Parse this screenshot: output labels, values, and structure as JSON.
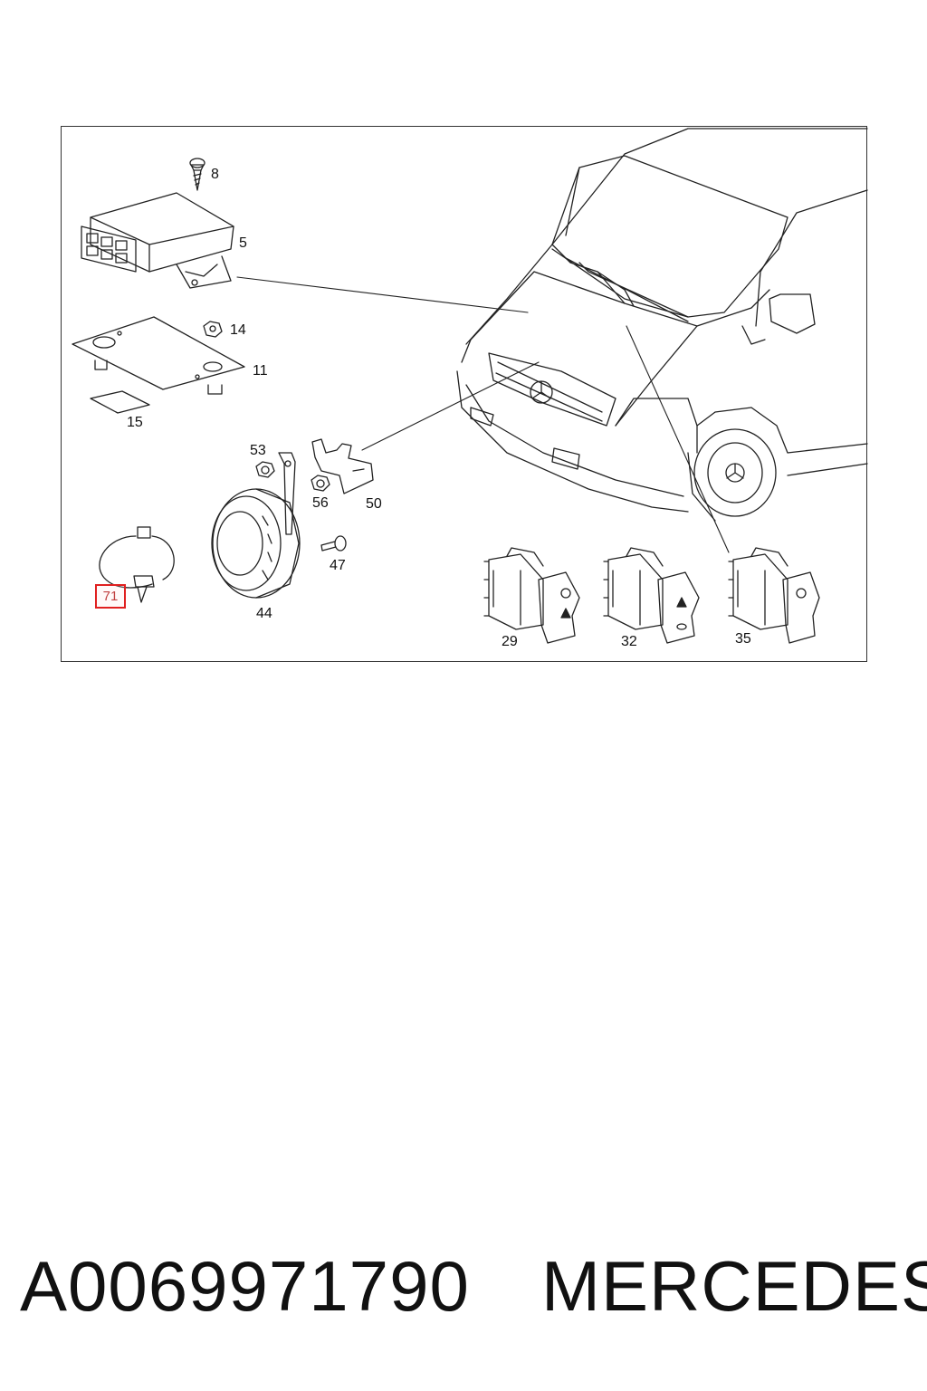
{
  "diagram": {
    "labels": {
      "p8": "8",
      "p5": "5",
      "p14": "14",
      "p11": "11",
      "p15": "15",
      "p53": "53",
      "p56": "56",
      "p50": "50",
      "p47": "47",
      "p44": "44",
      "p71": "71",
      "p29": "29",
      "p32": "32",
      "p35": "35"
    },
    "highlight_color": "#e02020"
  },
  "footer": {
    "part_number": "A0069971790",
    "brand": "MERCEDES"
  }
}
